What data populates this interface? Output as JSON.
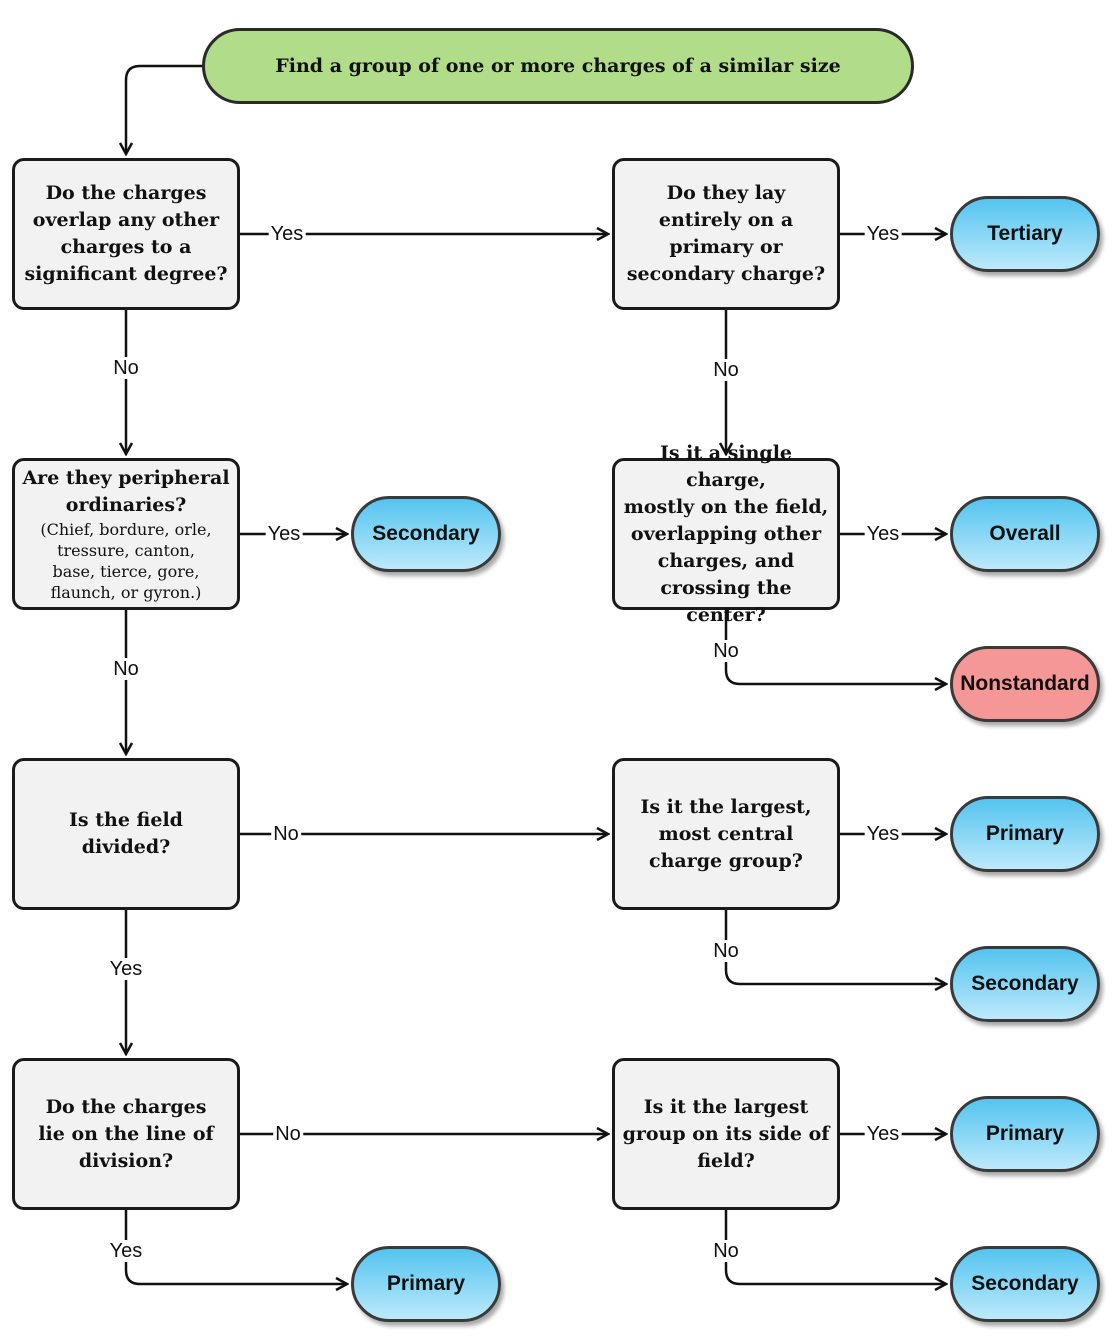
{
  "start": "Find a group of one or more charges of a similar size",
  "questions": {
    "overlap": [
      "Do the charges",
      "overlap any other",
      "charges to a",
      "significant degree?"
    ],
    "lay_on": [
      "Do they lay",
      "entirely on a",
      "primary or",
      "secondary charge?"
    ],
    "peripheral": [
      "Are they peripheral",
      "ordinaries?"
    ],
    "peripheral_note": [
      "(Chief, bordure, orle,",
      "tressure, canton,",
      "base, tierce, gore,",
      "flaunch, or gyron.)"
    ],
    "single_charge": [
      "Is it a single charge,",
      "mostly on the field,",
      "overlapping other",
      "charges, and",
      "crossing the center?"
    ],
    "field_divided": [
      "Is the field",
      "divided?"
    ],
    "largest_central": [
      "Is it the largest,",
      "most central",
      "charge group?"
    ],
    "line_of_division": [
      "Do the charges",
      "lie on the line of",
      "division?"
    ],
    "largest_side": [
      "Is it the largest",
      "group on its side of",
      "field?"
    ]
  },
  "results": {
    "tertiary": "Tertiary",
    "secondary_peripheral": "Secondary",
    "overall": "Overall",
    "nonstandard": "Nonstandard",
    "primary_central": "Primary",
    "secondary_central": "Secondary",
    "primary_side": "Primary",
    "secondary_side": "Secondary",
    "primary_division": "Primary"
  },
  "edge_labels": {
    "overlap_yes": "Yes",
    "overlap_no": "No",
    "lay_on_yes": "Yes",
    "lay_on_no": "No",
    "peripheral_yes": "Yes",
    "peripheral_no": "No",
    "single_yes": "Yes",
    "single_no": "No",
    "divided_no": "No",
    "divided_yes": "Yes",
    "central_yes": "Yes",
    "central_no": "No",
    "division_no": "No",
    "division_yes": "Yes",
    "side_yes": "Yes",
    "side_no": "No"
  },
  "colors": {
    "start_fill": "#b1dc8a",
    "question_fill": "#f2f2f2",
    "result_blue_top": "#54c4ef",
    "result_blue_bottom": "#bde9fb",
    "result_red": "#f69797",
    "stroke": "#1a1a1a"
  }
}
